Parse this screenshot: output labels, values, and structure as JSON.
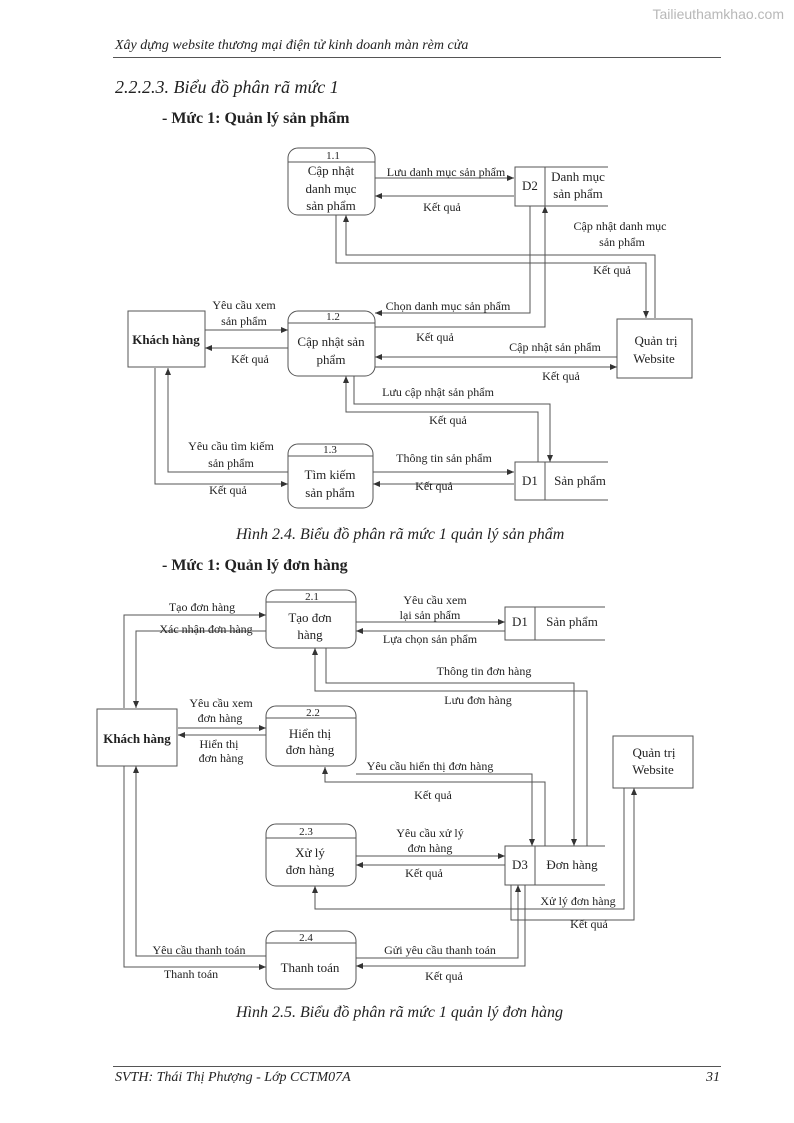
{
  "watermark": "Tailieuthamkhao.com",
  "header": "Xây dựng website thương mại điện tử kinh doanh màn rèm cửa",
  "section_title": "2.2.2.3. Biểu đồ phân rã mức 1",
  "sub1": "- Mức 1: Quản lý sản phẩm",
  "sub2": "- Mức 1: Quản lý đơn hàng",
  "caption1": "Hình 2.4. Biểu đồ phân rã mức 1 quản lý sản phẩm",
  "caption2": "Hình 2.5. Biểu đồ phân rã mức 1 quản lý đơn hàng",
  "footer": "SVTH: Thái Thị Phượng - Lớp CCTM07A",
  "page_number": "31",
  "d1": {
    "khach_hang": "Khách hàng",
    "quan_tri": [
      "Quản trị",
      "Website"
    ],
    "p11": {
      "num": "1.1",
      "lines": [
        "Cập nhật",
        "danh mục",
        "sản phẩm"
      ]
    },
    "p12": {
      "num": "1.2",
      "lines": [
        "Cập nhật sản",
        "phẩm"
      ]
    },
    "p13": {
      "num": "1.3",
      "lines": [
        "Tìm kiếm",
        "sản phẩm"
      ]
    },
    "store_d2": {
      "id": "D2",
      "lines": [
        "Danh mục",
        "sản phẩm"
      ]
    },
    "store_d1": {
      "id": "D1",
      "name": "Sản phẩm"
    },
    "flows": {
      "luu_dm": "Lưu danh mục sản phẩm",
      "kq_11": "Kết quả",
      "cn_dm": [
        "Cập nhật danh mục",
        "sản phẩm"
      ],
      "kq_qt1": "Kết quả",
      "yc_xem": [
        "Yêu cầu xem",
        "sản phẩm"
      ],
      "kq_kh": "Kết quả",
      "chon_dm": "Chọn danh mục sản phẩm",
      "kq_12a": "Kết quả",
      "cn_sp": "Cập nhật sản phẩm",
      "kq_qt2": "Kết quả",
      "luu_cn": "Lưu cập nhật sản phẩm",
      "kq_12b": "Kết quả",
      "yc_tim": [
        "Yêu cầu tìm kiếm",
        "sản phẩm"
      ],
      "kq_13": "Kết quả",
      "tt_sp": "Thông tin sản phẩm",
      "kq_d1": "Kết quả"
    }
  },
  "d2": {
    "khach_hang": "Khách hàng",
    "quan_tri": [
      "Quản trị",
      "Website"
    ],
    "p21": {
      "num": "2.1",
      "lines": [
        "Tạo đơn",
        "hàng"
      ]
    },
    "p22": {
      "num": "2.2",
      "lines": [
        "Hiển thị",
        "đơn hàng"
      ]
    },
    "p23": {
      "num": "2.3",
      "lines": [
        "Xử lý",
        "đơn hàng"
      ]
    },
    "p24": {
      "num": "2.4",
      "lines": [
        "Thanh toán"
      ]
    },
    "store_d1": {
      "id": "D1",
      "name": "Sản phẩm"
    },
    "store_d3": {
      "id": "D3",
      "name": "Đơn hàng"
    },
    "flows": {
      "tao_dh": "Tạo đơn hàng",
      "xn_dh": "Xác nhận đơn hàng",
      "yc_xem_lai": [
        "Yêu cầu xem",
        "lại sản phẩm"
      ],
      "lua_chon": "Lựa chọn sản phẩm",
      "tt_dh": "Thông tin đơn hàng",
      "luu_dh": "Lưu đơn hàng",
      "yc_xem_dh": [
        "Yêu cầu xem",
        "đơn hàng"
      ],
      "hien_thi": [
        "Hiển thị",
        "đơn hàng"
      ],
      "yc_hien_thi": "Yêu cầu hiển thị đơn hàng",
      "kq_22": "Kết quả",
      "yc_xu_ly": [
        "Yêu cầu xử lý",
        "đơn hàng"
      ],
      "kq_23": "Kết quả",
      "xu_ly_dh": "Xử lý đơn hàng",
      "kq_qt": "Kết quả",
      "yc_tt": "Yêu cầu thanh toán",
      "thanh_toan": "Thanh toán",
      "gui_yc_tt": "Gửi yêu cầu thanh toán",
      "kq_24": "Kết quả"
    }
  }
}
